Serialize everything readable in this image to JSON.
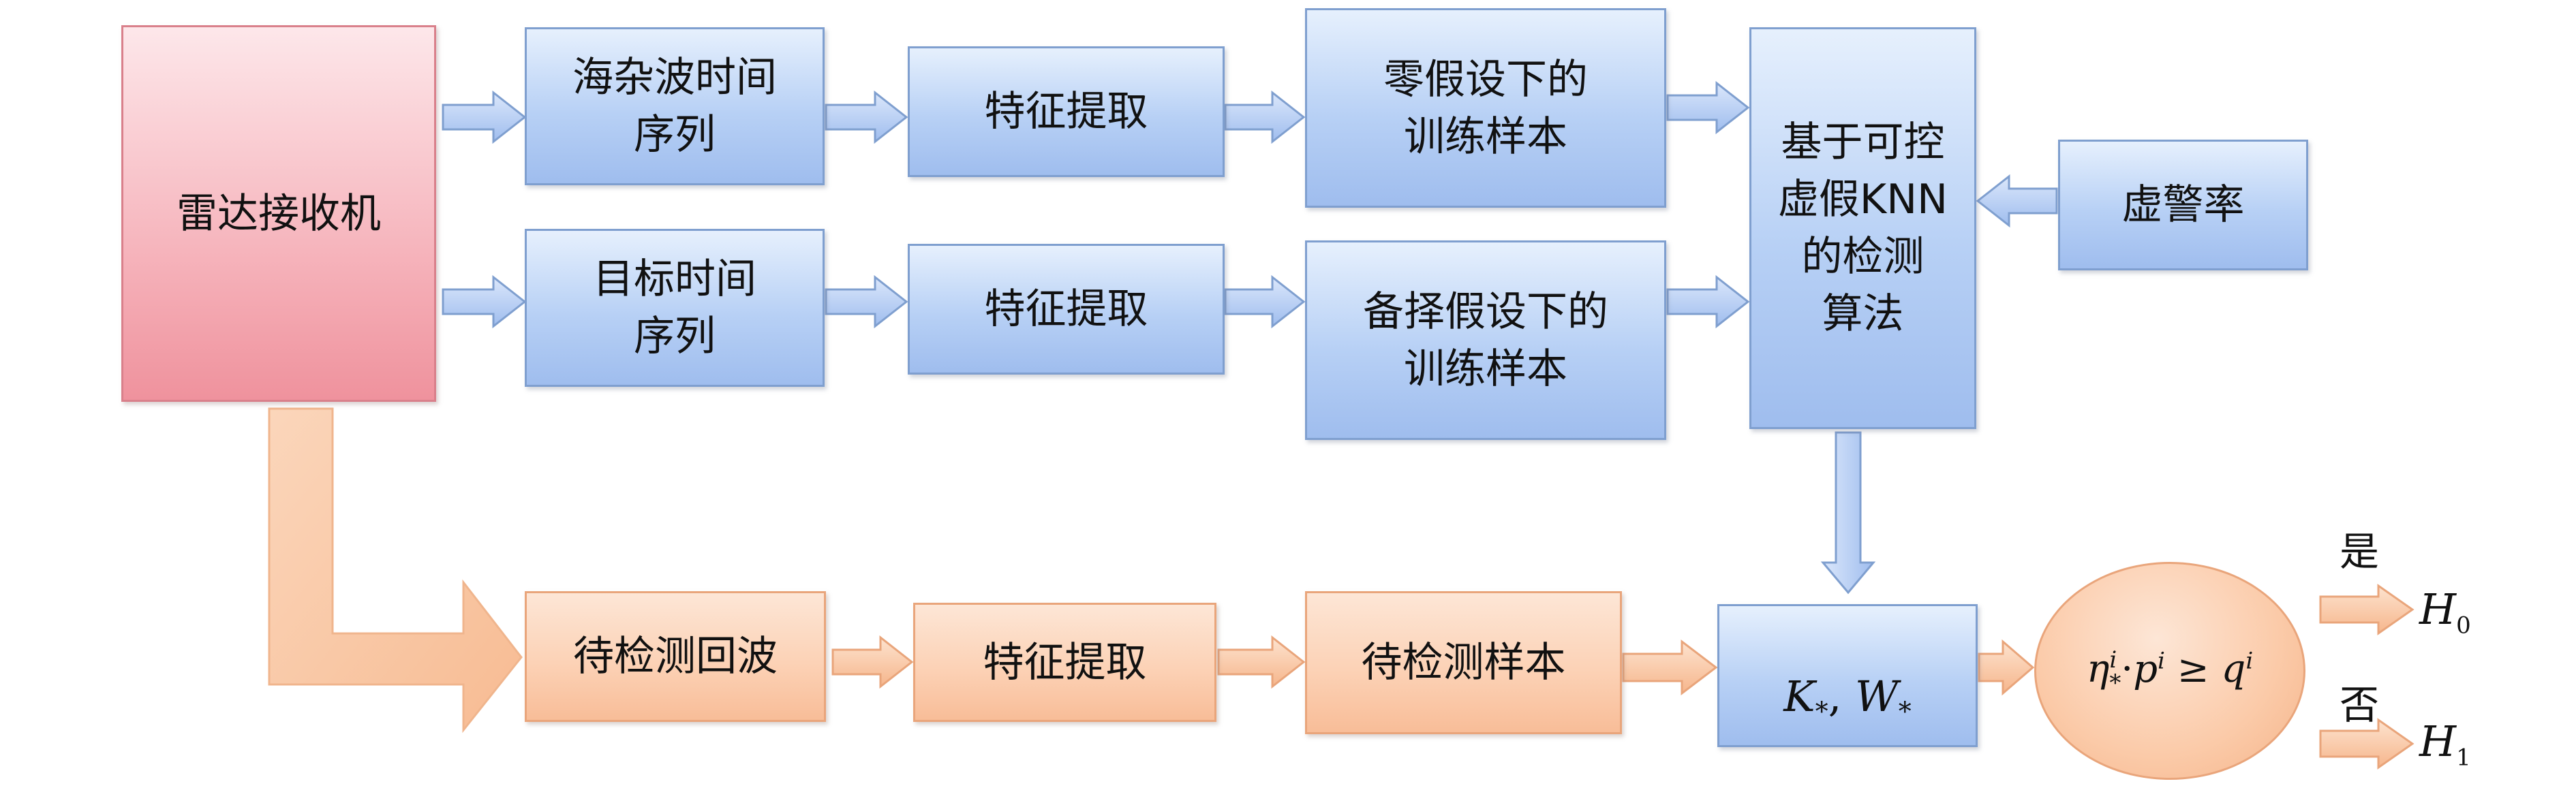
{
  "receiver": "雷达接收机",
  "row1": {
    "series": "海杂波时间\n序列",
    "feature": "特征提取",
    "samples": "零假设下的\n训练样本"
  },
  "row2": {
    "series": "目标时间\n序列",
    "feature": "特征提取",
    "samples": "备择假设下的\n训练样本"
  },
  "algorithm": "基于可控\n虚假KNN\n的检测\n算法",
  "false_alarm": "虚警率",
  "row3": {
    "echo": "待检测回波",
    "feature": "特征提取",
    "sample": "待检测样本"
  },
  "params": {
    "k": "K",
    "k_sub": "*",
    "sep": ", ",
    "w": "W",
    "w_sub": "*"
  },
  "decision": {
    "eta": "η",
    "eta_sup": "i",
    "eta_sub": "*",
    "dot": "·",
    "p": "p",
    "p_sup": "i",
    "geq": " ≥ ",
    "q": "q",
    "q_sup": "i"
  },
  "yes": "是",
  "no": "否",
  "h0": {
    "letter": "H",
    "sub": "0"
  },
  "h1": {
    "letter": "H",
    "sub": "1"
  },
  "colors": {
    "blue_box": "#b7d0f5",
    "orange_box": "#fcd2b6",
    "red_box": "#f6b4bc",
    "blue_arrow": "#a9c3ee",
    "orange_arrow": "#f9c7a3"
  }
}
